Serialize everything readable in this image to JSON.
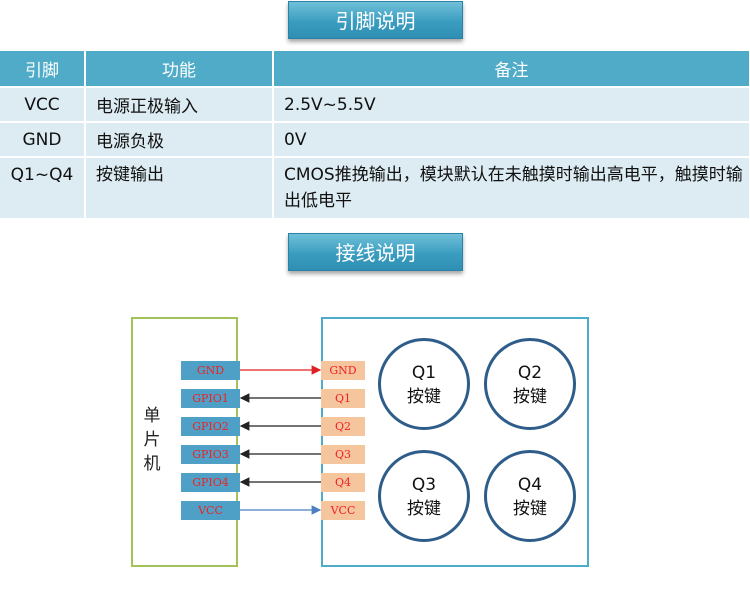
{
  "pin_section_title": "引脚说明",
  "wiring_section_title": "接线说明",
  "pin_table": {
    "headers": [
      "引脚",
      "功能",
      "备注"
    ],
    "rows": [
      [
        "VCC",
        "电源正极输入",
        "2.5V~5.5V"
      ],
      [
        "GND",
        "电源负极",
        "0V"
      ],
      [
        "Q1~Q4",
        "按键输出",
        "CMOS推挽输出，模块默认在未触摸时输出高电平，触摸时输出低电平"
      ]
    ]
  },
  "wiring": {
    "mcu_label": "单片机",
    "mcu_pins": [
      "GND",
      "GPIO1",
      "GPIO2",
      "GPIO3",
      "GPIO4",
      "VCC"
    ],
    "module_pins": [
      "GND",
      "Q1",
      "Q2",
      "Q3",
      "Q4",
      "VCC"
    ],
    "buttons": [
      {
        "id": "Q1",
        "label": "按键"
      },
      {
        "id": "Q2",
        "label": "按键"
      },
      {
        "id": "Q3",
        "label": "按键"
      },
      {
        "id": "Q4",
        "label": "按键"
      }
    ],
    "colors": {
      "gnd_wire": "#e02020",
      "signal_wire": "#222222",
      "vcc_wire": "#4a7fc0"
    }
  }
}
